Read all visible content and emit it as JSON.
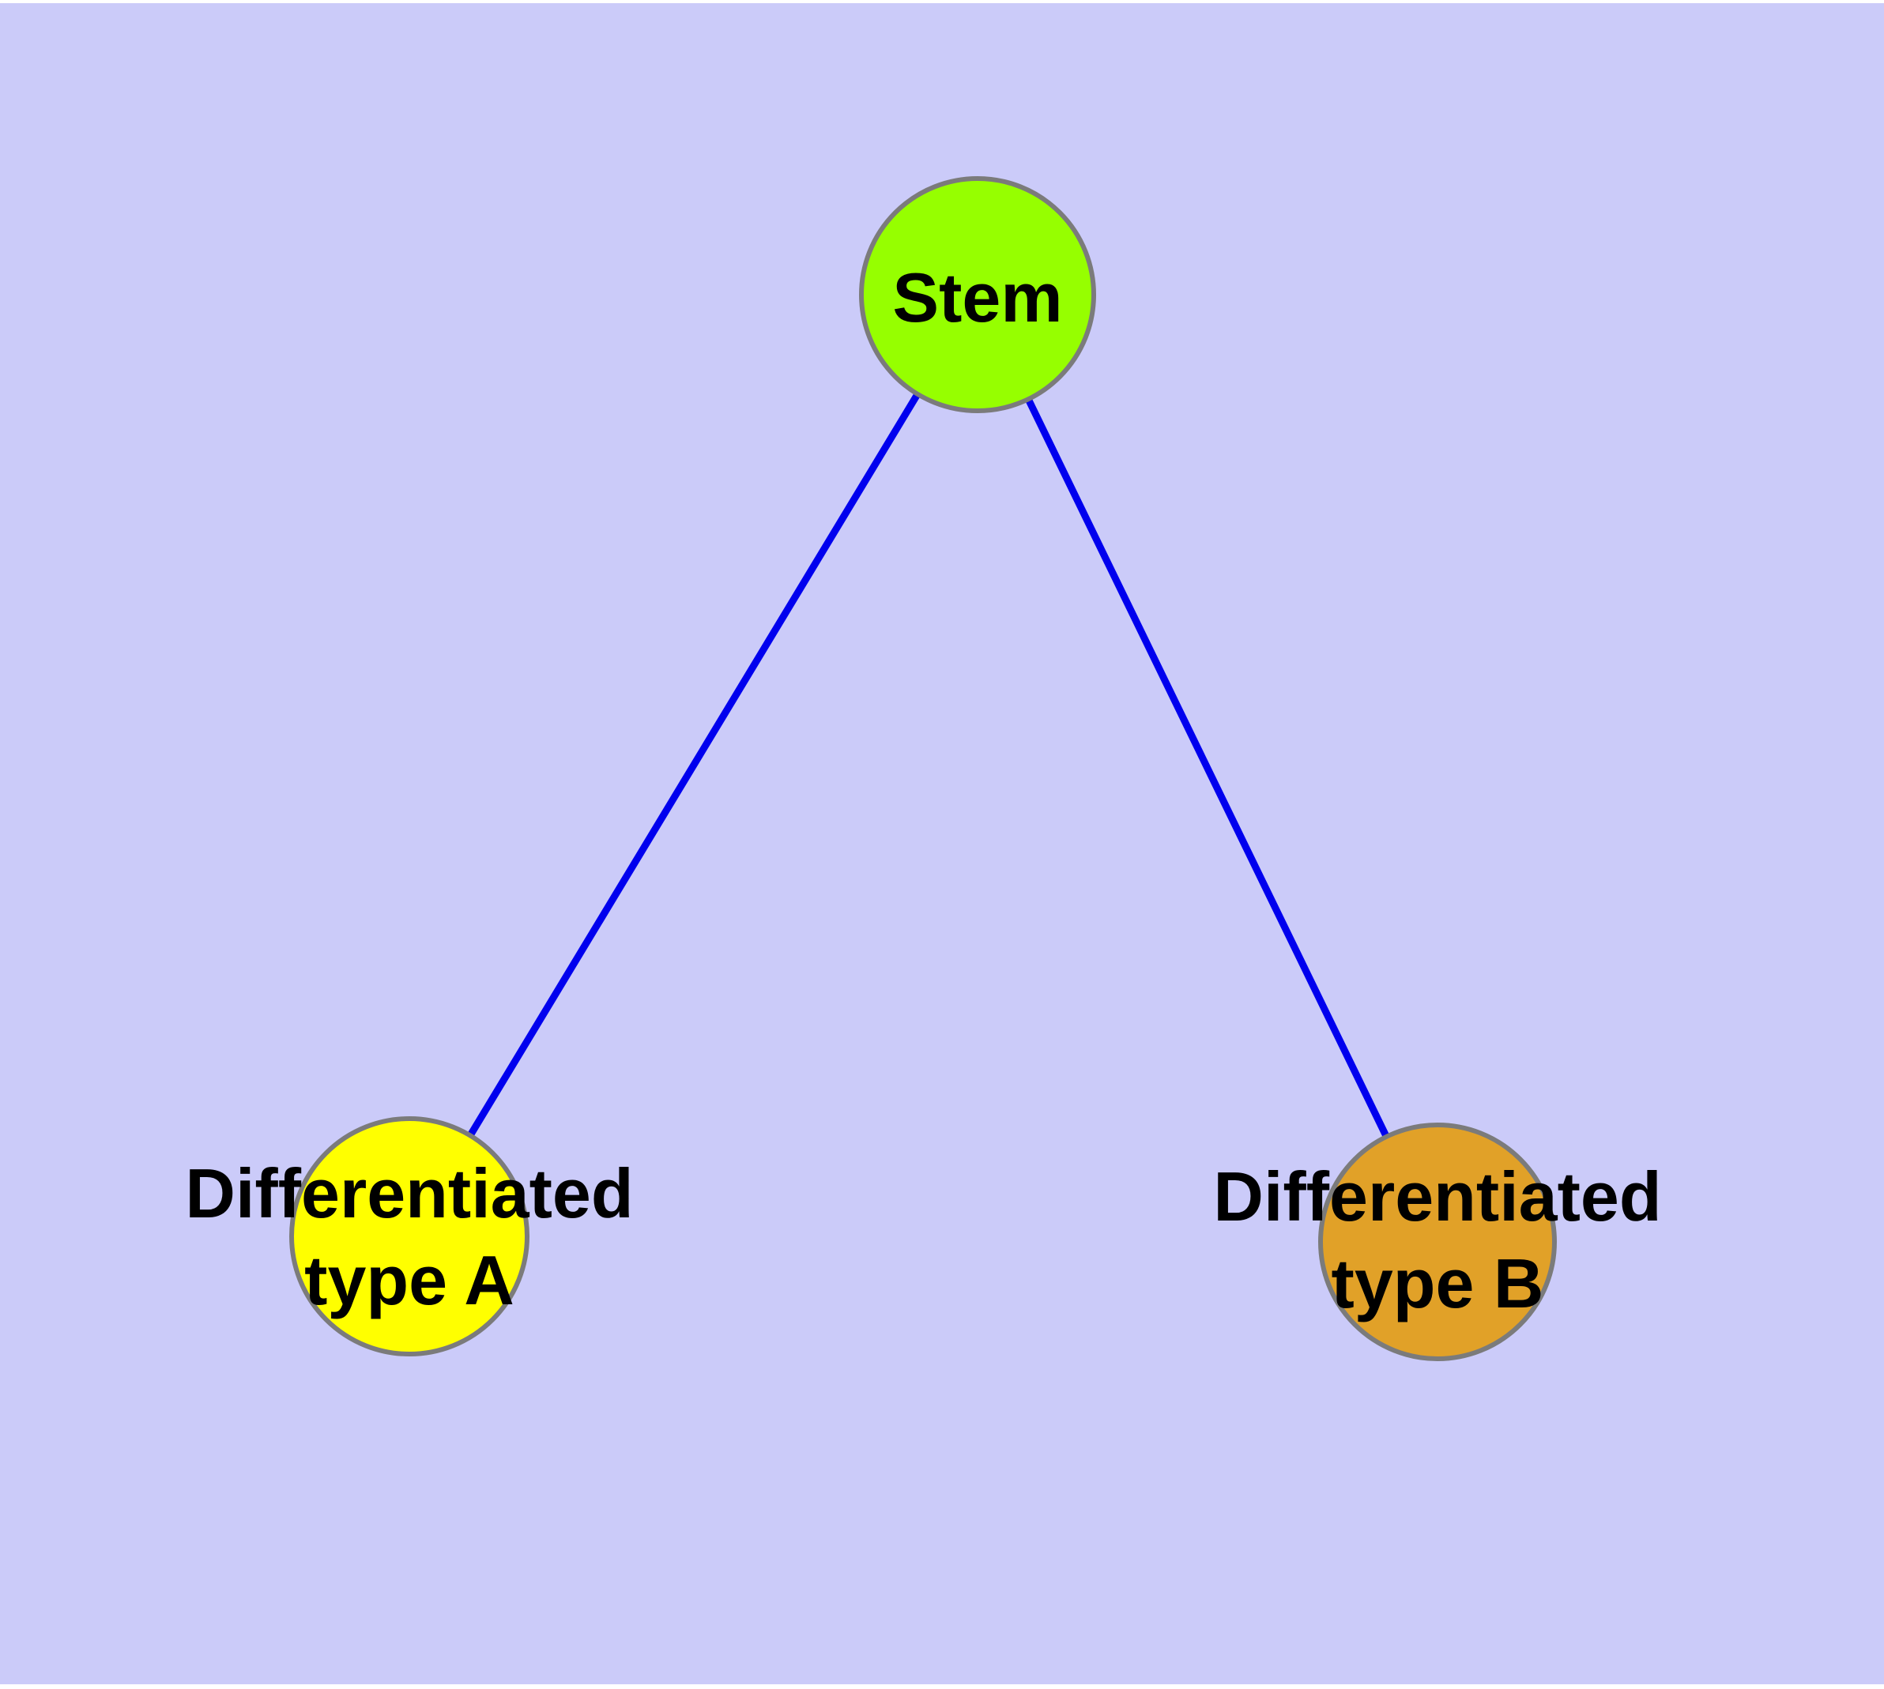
{
  "diagram": {
    "type": "graph",
    "background_color": "#CBCBF9",
    "edge_color": "#0000EE",
    "node_border_color": "#7B7B7B",
    "label_color": "#000000",
    "nodes": [
      {
        "id": "stem",
        "label": "Stem",
        "color": "#96FF00"
      },
      {
        "id": "type-a",
        "label": "Differentiated\ntype A",
        "color": "#FFFF00"
      },
      {
        "id": "type-b",
        "label": "Differentiated\ntype B",
        "color": "#E1A128"
      }
    ],
    "edges": [
      {
        "from": "Stem",
        "to": "Differentiated type A"
      },
      {
        "from": "Stem",
        "to": "Differentiated type B"
      }
    ]
  }
}
